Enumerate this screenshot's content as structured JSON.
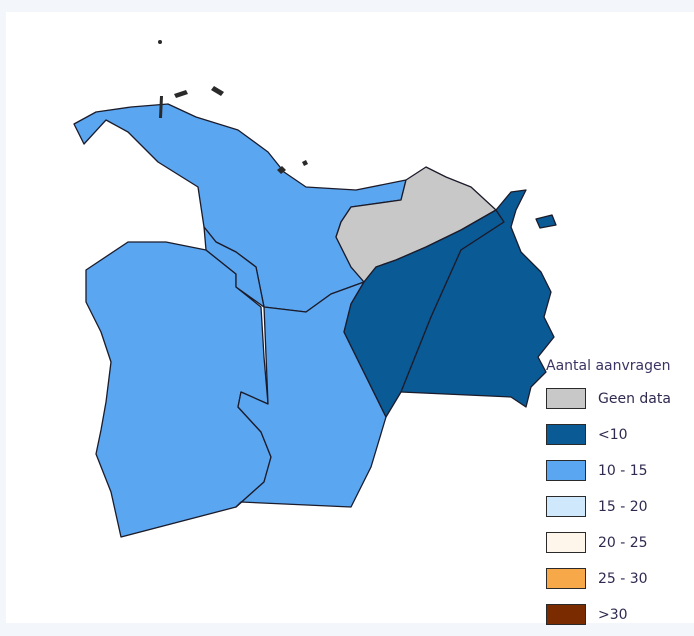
{
  "legend": {
    "title": "Aantal aanvragen",
    "items": [
      {
        "label": "Geen data",
        "color": "#c8c8c8"
      },
      {
        "label": "<10",
        "color": "#0a5a96"
      },
      {
        "label": "10 - 15",
        "color": "#5aa6f0"
      },
      {
        "label": "15 - 20",
        "color": "#cfe8fb"
      },
      {
        "label": "20 - 25",
        "color": "#fef6ea"
      },
      {
        "label": "25 - 30",
        "color": "#f7a94a"
      },
      {
        "label": ">30",
        "color": "#7a2b00"
      }
    ]
  },
  "regions": [
    {
      "id": "north",
      "category": "10 - 15"
    },
    {
      "id": "center-north",
      "category": "10 - 15"
    },
    {
      "id": "west",
      "category": "10 - 15"
    },
    {
      "id": "center-south",
      "category": "10 - 15"
    },
    {
      "id": "northeast-gray",
      "category": "Geen data"
    },
    {
      "id": "east-middle",
      "category": "<10"
    },
    {
      "id": "east-far",
      "category": "<10"
    }
  ]
}
